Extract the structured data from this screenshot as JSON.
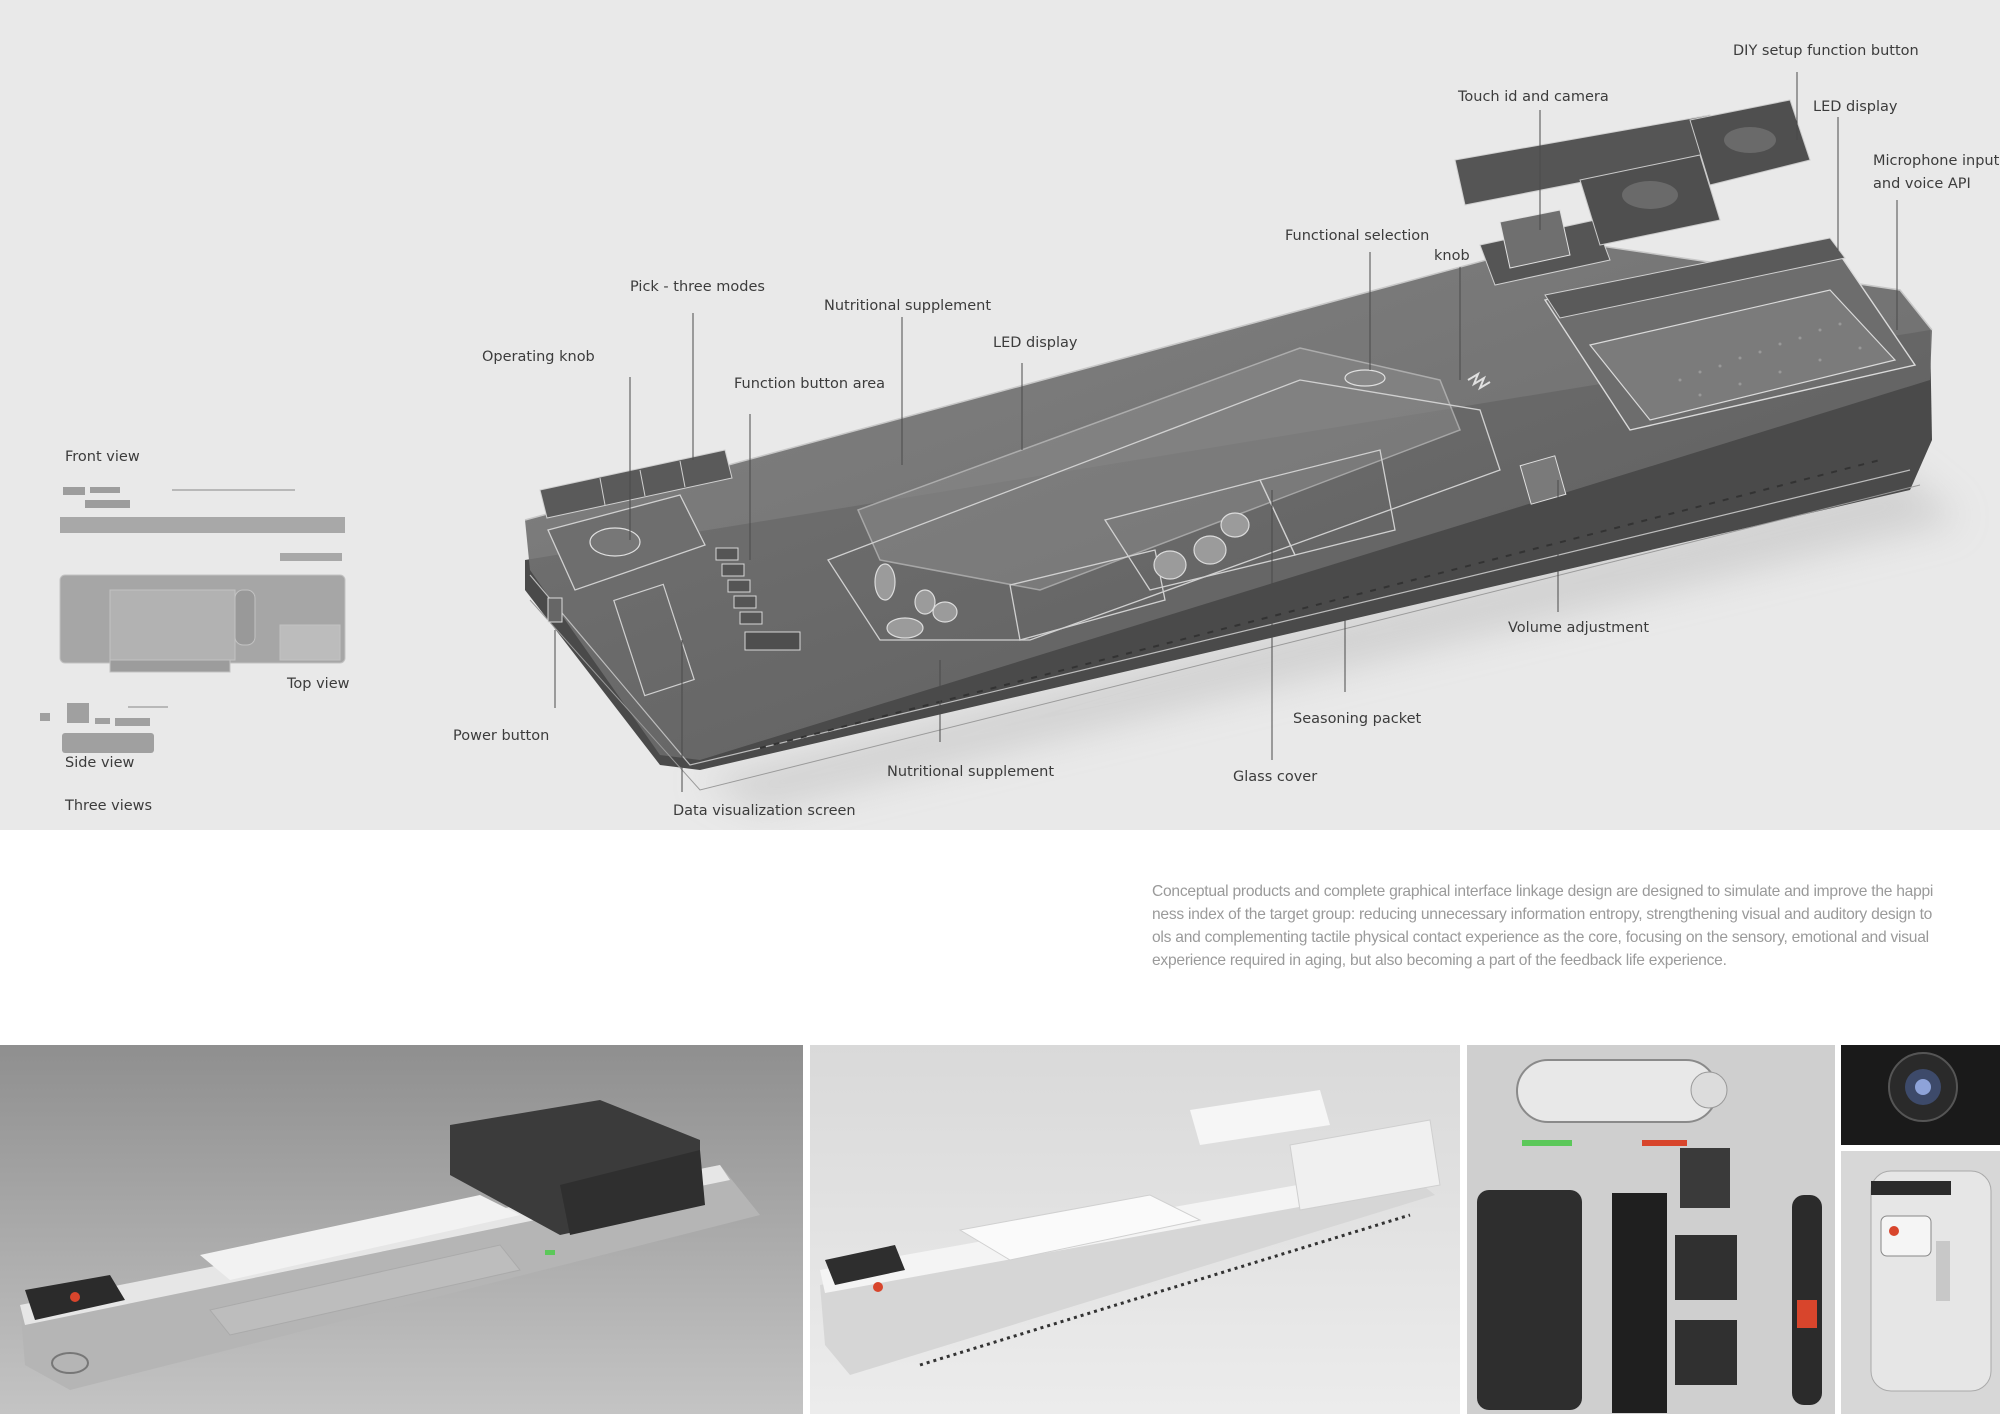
{
  "callouts": {
    "diy_button": "DIY setup function button",
    "touch_id": "Touch id and camera",
    "led_display_top": "LED display",
    "microphone_line1": "Microphone input",
    "microphone_line2": "and voice API",
    "functional_selection": "Functional selection",
    "knob": "knob",
    "pick_modes": "Pick - three modes",
    "nutritional_top": "Nutritional supplement",
    "led_display_mid": "LED display",
    "operating_knob": "Operating knob",
    "function_button_area": "Function button area",
    "volume_adjustment": "Volume adjustment",
    "seasoning_packet": "Seasoning packet",
    "power_button": "Power button",
    "nutritional_bottom": "Nutritional supplement",
    "glass_cover": "Glass cover",
    "data_screen": "Data visualization screen"
  },
  "three_views": {
    "front_view": "Front view",
    "top_view": "Top view",
    "side_view": "Side view",
    "title": "Three views"
  },
  "description": "Conceptual products and complete graphical interface linkage design are designed to simulate and improve the happiness index of the target group: reducing unnecessary information entropy, strengthening visual and auditory design tools and complementing tactile physical contact experience as the core, focusing on the sensory, emotional and visual experience required in aging, but also becoming a part of the feedback life experience.",
  "colors": {
    "hero_background": "#e9e9e9",
    "device_body": "#5a5a5a",
    "accent_red": "#d8452c",
    "led_green": "#5cc85a"
  }
}
